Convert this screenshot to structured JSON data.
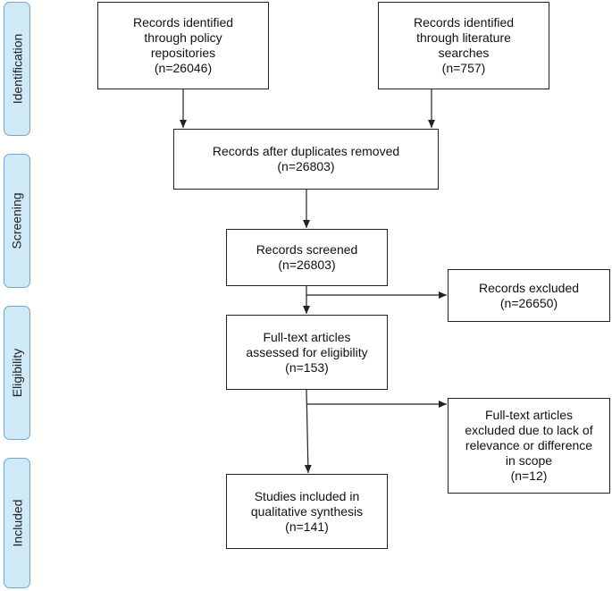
{
  "phases": {
    "identification": "Identification",
    "screening": "Screening",
    "eligibility": "Eligibility",
    "included": "Included"
  },
  "boxes": {
    "policy": "Records identified\nthrough policy\nrepositories\n(n=26046)",
    "literature": "Records identified\nthrough literature\nsearches\n(n=757)",
    "dedup": "Records after duplicates removed\n(n=26803)",
    "screened": "Records screened\n(n=26803)",
    "excluded": "Records excluded\n(n=26650)",
    "fulltext": "Full-text articles\nassessed for eligibility\n(n=153)",
    "fulltext_excluded": "Full-text articles\nexcluded due to lack of\nrelevance or difference\nin scope\n(n=12)",
    "included": "Studies included in\nqualitative synthesis\n(n=141)"
  },
  "colors": {
    "phase_fill": "#cfe9f7",
    "phase_border": "#6fa8c8",
    "line": "#222222"
  }
}
